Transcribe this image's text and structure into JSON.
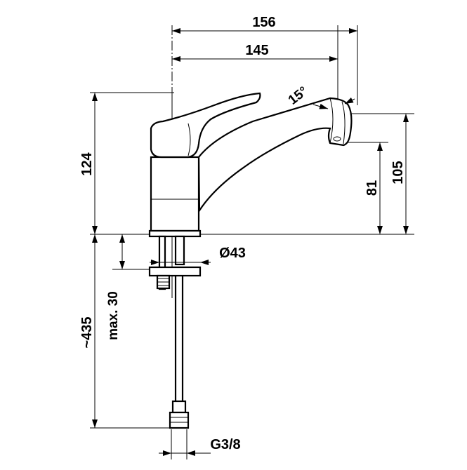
{
  "drawing": {
    "dimensions": {
      "width_overall": "156",
      "width_spout": "145",
      "spout_angle": "15°",
      "height_lever": "124",
      "height_spout_top": "105",
      "height_spout_outlet": "81",
      "diameter_base": "Ø43",
      "max_thickness": "max. 30",
      "hose_length": "~435",
      "thread": "G3/8"
    }
  }
}
